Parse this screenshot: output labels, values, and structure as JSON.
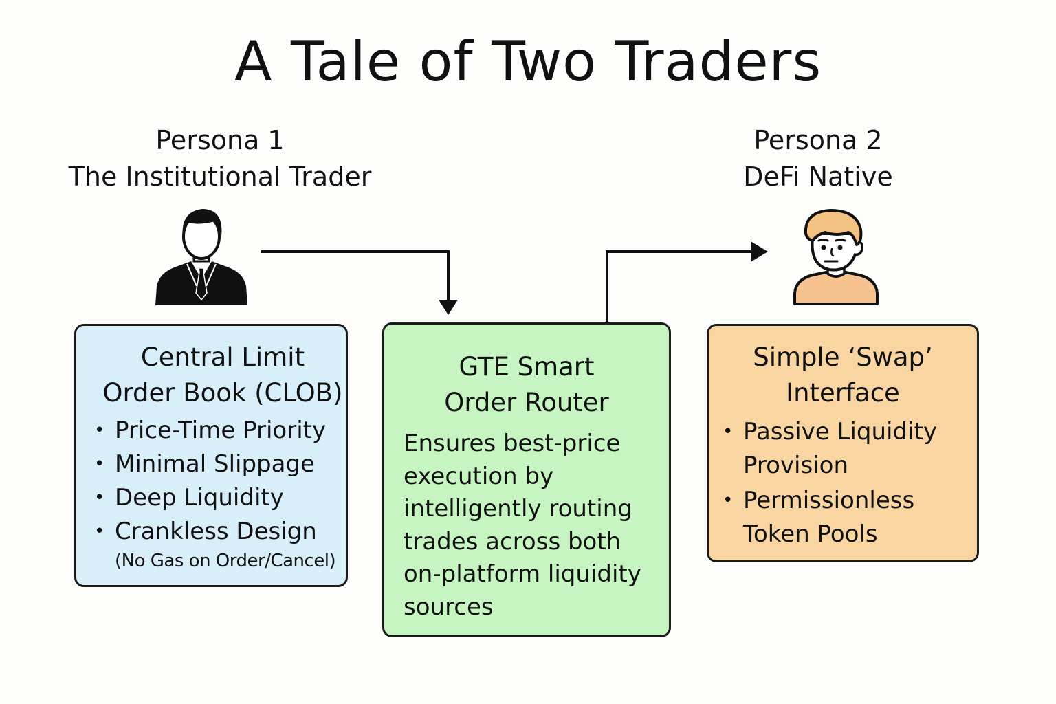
{
  "title": "A Tale of Two Traders",
  "persona1": {
    "label": "Persona 1",
    "name": "The Institutional Trader"
  },
  "persona2": {
    "label": "Persona 2",
    "name": "DeFi Native"
  },
  "clob": {
    "title_line1": "Central Limit",
    "title_line2": "Order Book (CLOB)",
    "bullets": [
      "Price-Time Priority",
      "Minimal Slippage",
      "Deep Liquidity",
      "Crankless Design"
    ],
    "note": "(No Gas on Order/Cancel)"
  },
  "router": {
    "title_line1": "GTE Smart",
    "title_line2": "Order Router",
    "description": "Ensures best-price execution by intelligently routing trades across both on-platform liquidity sources"
  },
  "swap": {
    "title_line1": "Simple ‘Swap’",
    "title_line2": "Interface",
    "bullets": [
      "Passive Liquidity Provision",
      "Permissionless Token Pools"
    ]
  },
  "bullet_glyph": "•",
  "colors": {
    "clob_fill": "#d8eef9",
    "router_fill": "#c6f5c2",
    "swap_fill": "#f9d5a2",
    "outline": "#1b1b1b",
    "skin": "#f6c28f",
    "hair": "#f3c282"
  },
  "icons": {
    "persona1": "businessman-icon",
    "persona2": "young-person-icon"
  }
}
